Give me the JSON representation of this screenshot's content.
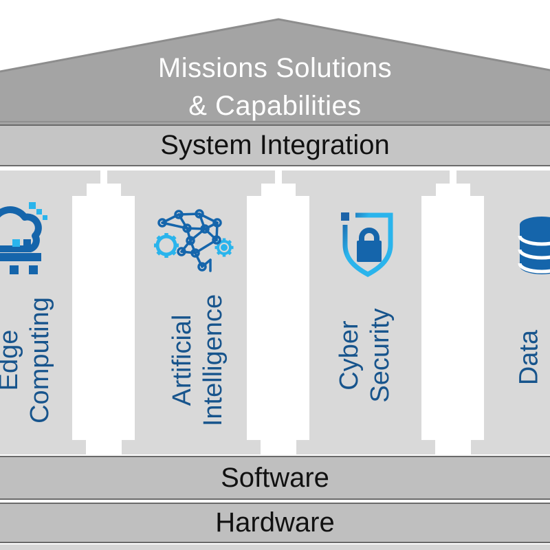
{
  "roof": {
    "title_line1": "Missions Solutions",
    "title_line2": "& Capabilities"
  },
  "bands": {
    "system_integration": "System Integration",
    "software": "Software",
    "hardware": "Hardware"
  },
  "columns": [
    {
      "icon": "edge-computing-cloud-icon",
      "label_line1": "Edge",
      "label_line2": "Computing"
    },
    {
      "icon": "artificial-intelligence-brain-icon",
      "label_line1": "Artificial",
      "label_line2": "Intelligence"
    },
    {
      "icon": "cyber-security-shield-lock-icon",
      "label_line1": "Cyber",
      "label_line2": "Security"
    },
    {
      "icon": "data-database-icon",
      "label_line1": "Data",
      "label_line2": ""
    }
  ],
  "colors": {
    "roof_gray": "#a4a4a4",
    "integration_band_gray": "#c5c5c5",
    "base_band_gray": "#bfbfbf",
    "columns_background_gray": "#d9d9d9",
    "pillar_white": "#ffffff",
    "icon_dark_blue": "#1565ab",
    "icon_cyan": "#2ab4ec",
    "label_blue": "#17548c",
    "band_text_black": "#111111",
    "roof_title_white": "#ffffff"
  }
}
